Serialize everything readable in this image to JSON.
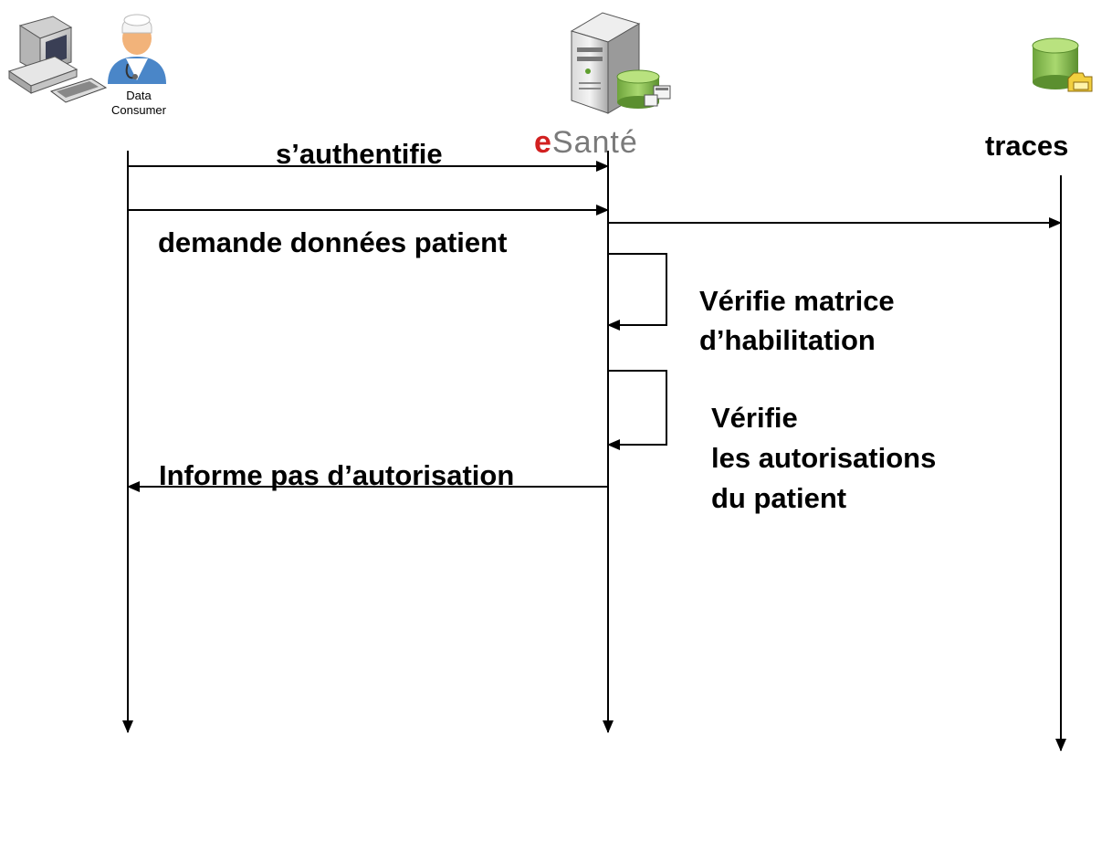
{
  "actors": {
    "consumer_label_line1": "Data",
    "consumer_label_line2": "Consumer",
    "server_label_e": "e",
    "server_label_rest": "Santé",
    "traces_label": "traces"
  },
  "messages": {
    "authenticate": "s’authentifie",
    "request_patient_data": "demande données patient",
    "check_matrix_line1": "Vérifie matrice",
    "check_matrix_line2": "d’habilitation",
    "check_consent_line1": "Vérifie",
    "check_consent_line2": "les autorisations",
    "check_consent_line3": "du patient",
    "inform_no_authorization": "Informe pas d’autorisation"
  },
  "colors": {
    "line": "#000000",
    "brand_red": "#d22020",
    "brand_grey": "#7a7a7a",
    "db_green": "#8fc25a"
  },
  "icons": [
    "desktop-computer-icon",
    "doctor-icon",
    "server-tower-icon",
    "database-icon",
    "database-folder-icon"
  ]
}
